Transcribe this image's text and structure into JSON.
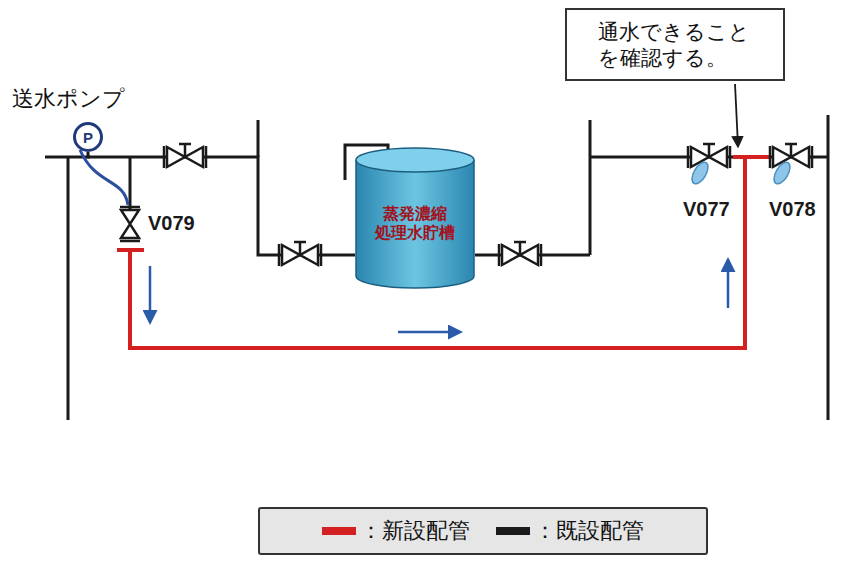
{
  "diagram": {
    "nodes": [
      {
        "text": [
          "通水できること を確認する。"
        ]
      },
      {
        "text": [
          "送水ポンプ",
          "P"
        ]
      },
      {
        "text": [
          "蒸発濃縮 処理水貯槽"
        ]
      }
    ],
    "edges": [
      {
        "from": 1,
        "to": 2,
        "arrow": "none"
      }
    ],
    "labels": [
      "V079",
      "V077",
      "V078"
    ],
    "legend": [
      {
        "text": "：新設配管",
        "color": "#d42020"
      },
      {
        "text": "：既設配管",
        "color": "#1a1a1a"
      }
    ]
  }
}
